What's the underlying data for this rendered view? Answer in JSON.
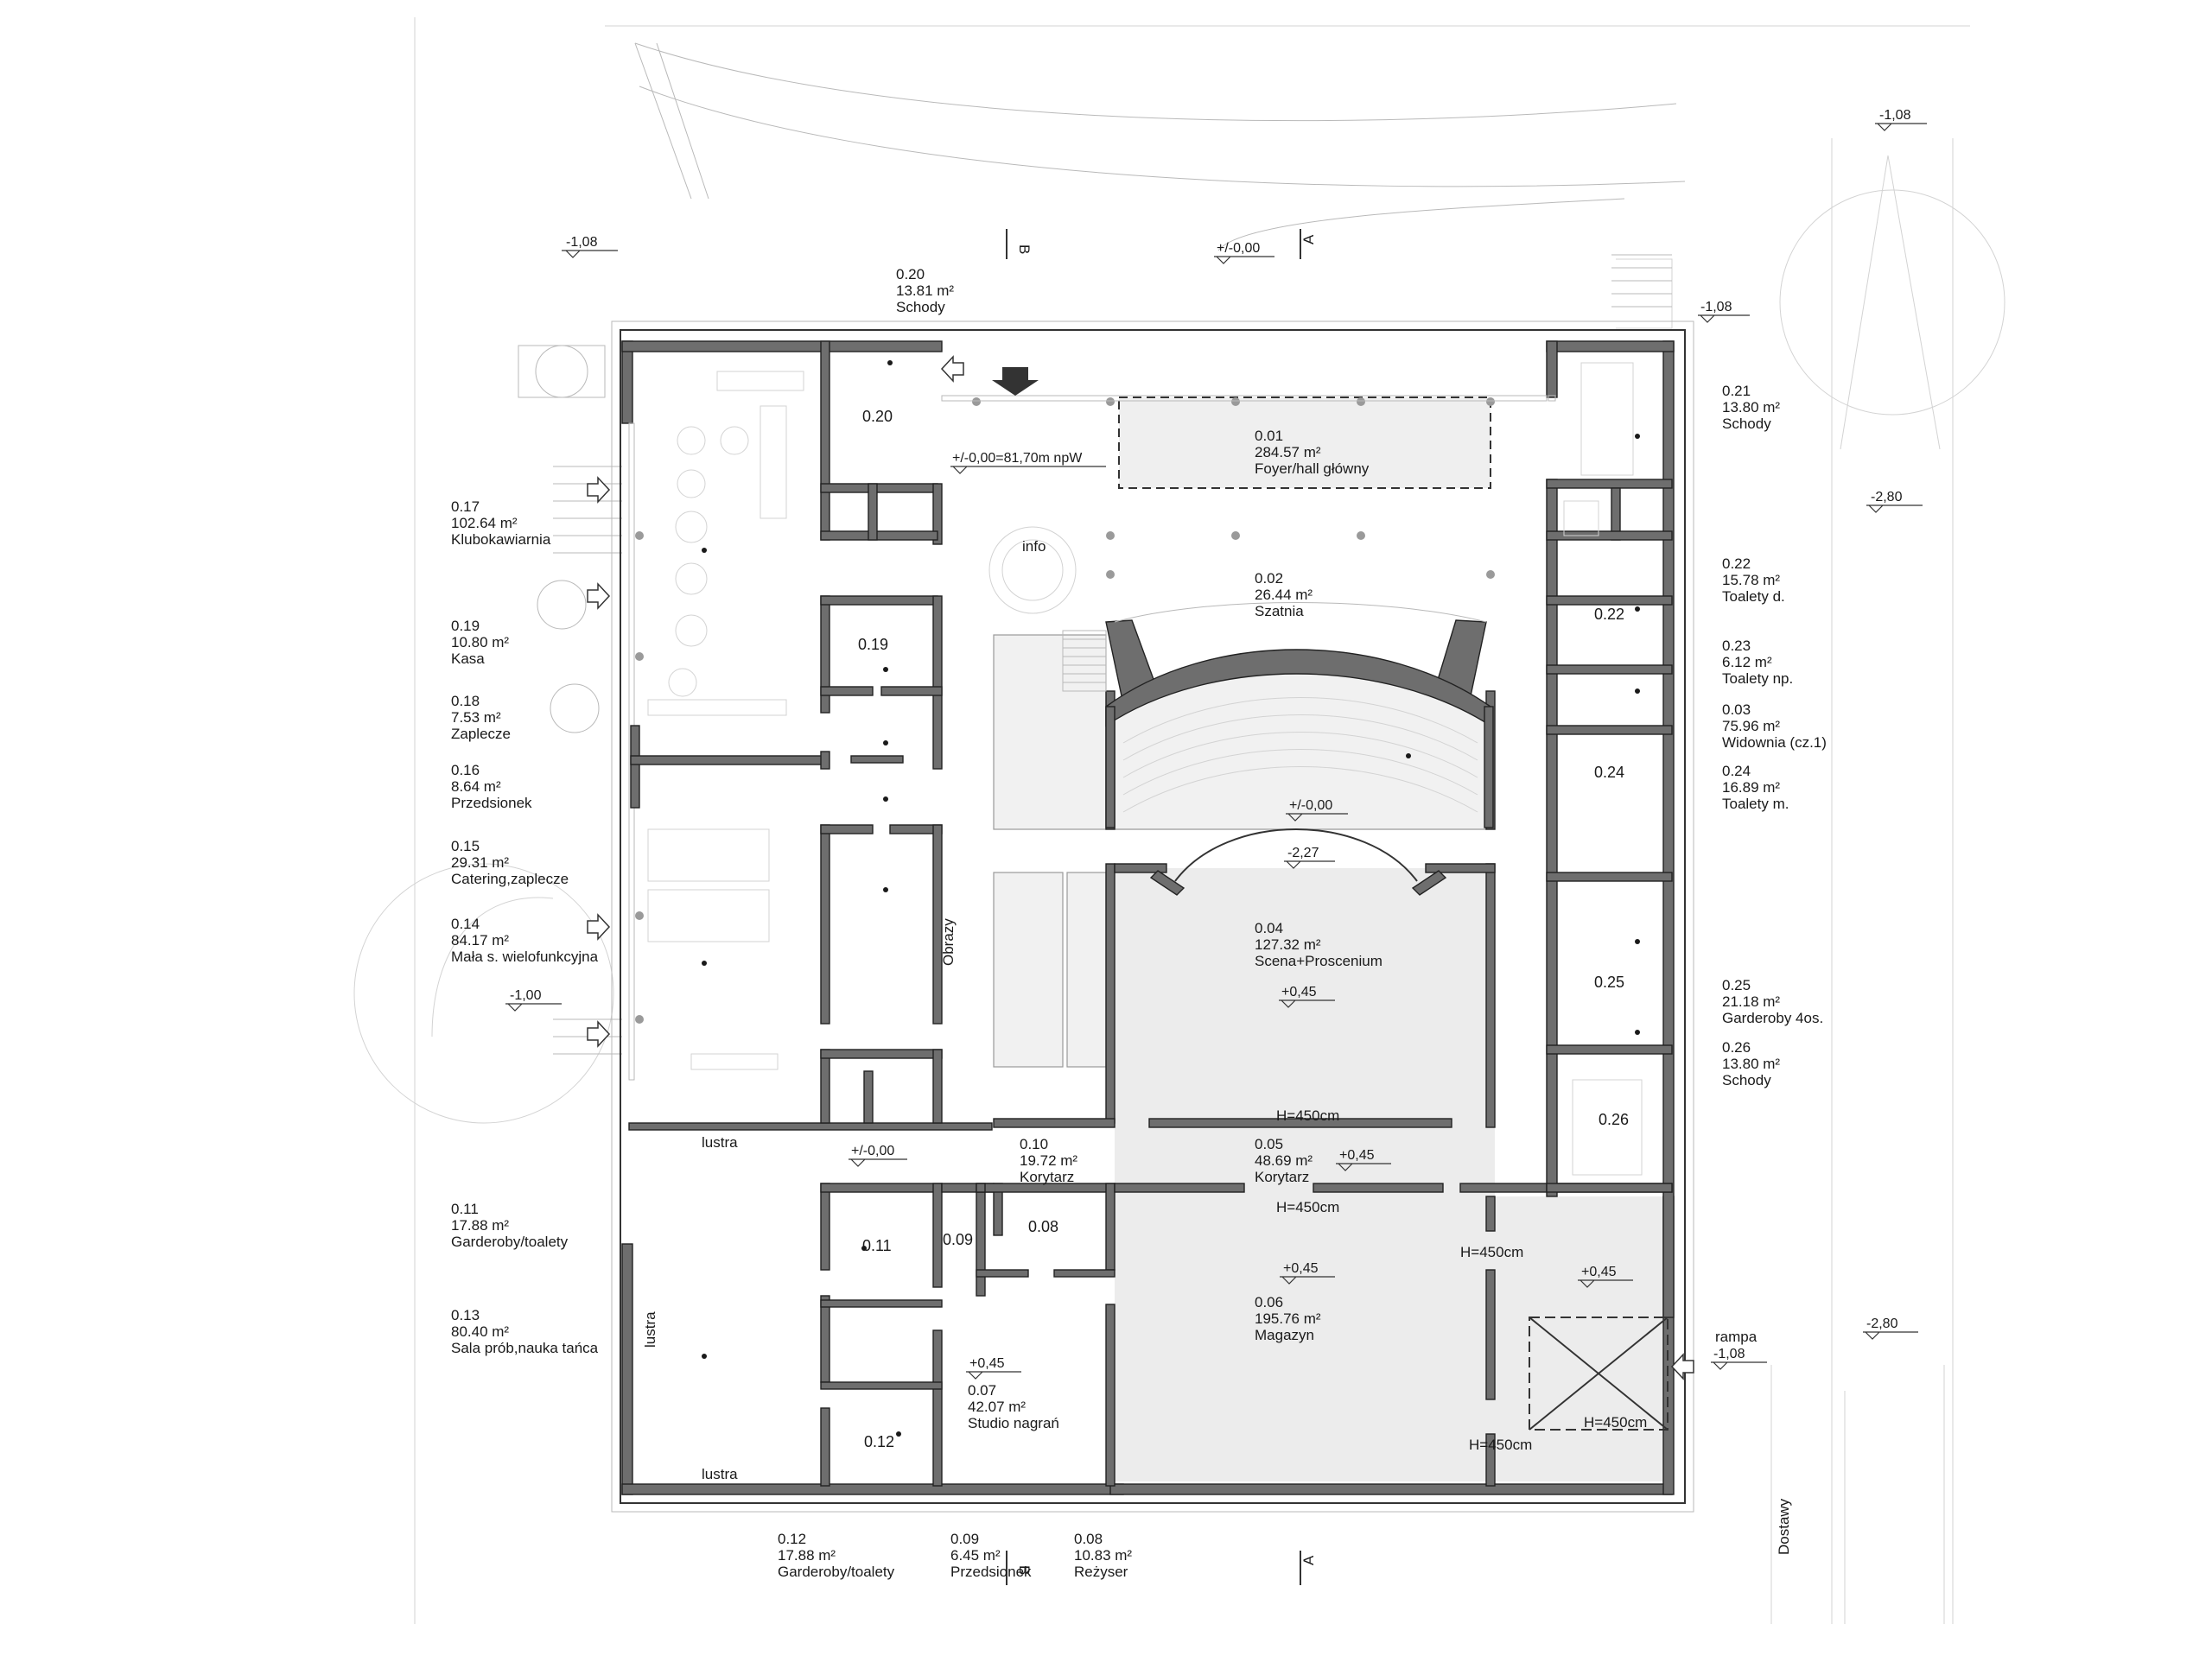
{
  "entrance_marker": "",
  "room_callouts": [
    {
      "id": "0.20",
      "area": "13.81 m²",
      "name": "Schody"
    },
    {
      "id": "0.17",
      "area": "102.64 m²",
      "name": "Klubokawiarnia"
    },
    {
      "id": "0.19",
      "area": "10.80 m²",
      "name": "Kasa"
    },
    {
      "id": "0.18",
      "area": "7.53 m²",
      "name": "Zaplecze"
    },
    {
      "id": "0.16",
      "area": "8.64 m²",
      "name": "Przedsionek"
    },
    {
      "id": "0.15",
      "area": "29.31 m²",
      "name": "Catering,zaplecze"
    },
    {
      "id": "0.14",
      "area": "84.17 m²",
      "name": "Mała s. wielofunkcyjna"
    },
    {
      "id": "0.11",
      "area": "17.88 m²",
      "name": "Garderoby/toalety"
    },
    {
      "id": "0.13",
      "area": "80.40 m²",
      "name": "Sala prób,nauka tańca"
    },
    {
      "id": "0.12",
      "area": "17.88 m²",
      "name": "Garderoby/toalety"
    },
    {
      "id": "0.09",
      "area": "6.45 m²",
      "name": "Przedsionek"
    },
    {
      "id": "0.08",
      "area": "10.83 m²",
      "name": "Reżyser"
    },
    {
      "id": "0.21",
      "area": "13.80 m²",
      "name": "Schody"
    },
    {
      "id": "0.22",
      "area": "15.78 m²",
      "name": "Toalety d."
    },
    {
      "id": "0.23",
      "area": "6.12 m²",
      "name": "Toalety np."
    },
    {
      "id": "0.03",
      "area": "75.96 m²",
      "name": "Widownia (cz.1)"
    },
    {
      "id": "0.24",
      "area": "16.89 m²",
      "name": "Toalety m."
    },
    {
      "id": "0.25",
      "area": "21.18 m²",
      "name": "Garderoby 4os."
    },
    {
      "id": "0.26",
      "area": "13.80 m²",
      "name": "Schody"
    },
    {
      "id": "0.01",
      "area": "284.57 m²",
      "name": "Foyer/hall główny"
    },
    {
      "id": "0.02",
      "area": "26.44 m²",
      "name": "Szatnia"
    },
    {
      "id": "0.04",
      "area": "127.32 m²",
      "name": "Scena+Proscenium"
    },
    {
      "id": "0.10",
      "area": "19.72 m²",
      "name": "Korytarz"
    },
    {
      "id": "0.05",
      "area": "48.69 m²",
      "name": "Korytarz"
    },
    {
      "id": "0.07",
      "area": "42.07 m²",
      "name": "Studio nagrań"
    },
    {
      "id": "0.06",
      "area": "195.76 m²",
      "name": "Magazyn"
    }
  ],
  "room_tags": [
    "0.20",
    "0.19",
    "0.11",
    "0.09",
    "0.08",
    "0.12",
    "0.22",
    "0.24",
    "0.25",
    "0.26"
  ],
  "levels": {
    "nw": "-1,08",
    "n_center": "+/-0,00",
    "datum": "+/-0,00=81,70m npW",
    "ne_top": "-1,08",
    "ne": "-1,08",
    "e_upper": "-2,80",
    "stage_front": "+/-0,00",
    "orchestra": "-2,27",
    "stage": "+0,45",
    "west": "-1,00",
    "corridor_w": "+/-0,00",
    "corridor_e": "+0,45",
    "storage": "+0,45",
    "storage_e": "+0,45",
    "studio": "+0,45",
    "e_lower": "-2,80",
    "ramp": "-1,08"
  },
  "labels": {
    "info": "info",
    "obrazy": "Obrazy",
    "lustra1": "lustra",
    "lustra2": "lustra",
    "lustra3": "lustra",
    "h450_a": "H=450cm",
    "h450_b": "H=450cm",
    "h450_c": "H=450cm",
    "h450_d": "H=450cm",
    "h450_e": "H=450cm",
    "rampa": "rampa",
    "dostawy": "Dostawy",
    "section_a": "A",
    "section_a2": "A",
    "section_b": "B",
    "section_b2": "B"
  }
}
